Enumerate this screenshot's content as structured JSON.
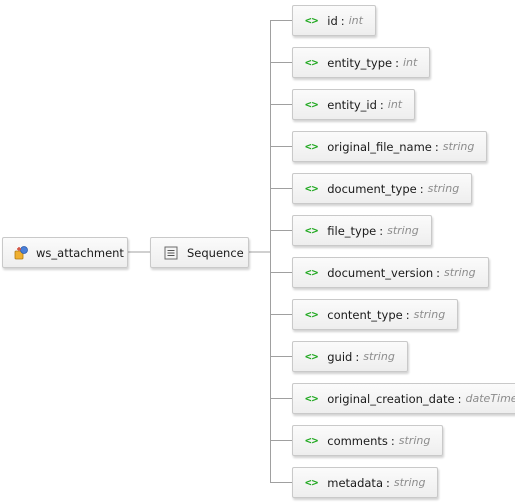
{
  "root": {
    "label": "ws_attachment",
    "icon": "complex-type-icon"
  },
  "sequence": {
    "label": "Sequence",
    "icon": "sequence-icon"
  },
  "elements": [
    {
      "name": "id",
      "type": "int"
    },
    {
      "name": "entity_type",
      "type": "int"
    },
    {
      "name": "entity_id",
      "type": "int"
    },
    {
      "name": "original_file_name",
      "type": "string"
    },
    {
      "name": "document_type",
      "type": "string"
    },
    {
      "name": "file_type",
      "type": "string"
    },
    {
      "name": "document_version",
      "type": "string"
    },
    {
      "name": "content_type",
      "type": "string"
    },
    {
      "name": "guid",
      "type": "string"
    },
    {
      "name": "original_creation_date",
      "type": "dateTime"
    },
    {
      "name": "comments",
      "type": "string"
    },
    {
      "name": "metadata",
      "type": "string"
    }
  ],
  "element_icon": "<>",
  "separator": ":",
  "colors": {
    "element_icon": "#1fa81f",
    "type_text": "#8c8c8c",
    "connector": "#a0a0a0"
  }
}
